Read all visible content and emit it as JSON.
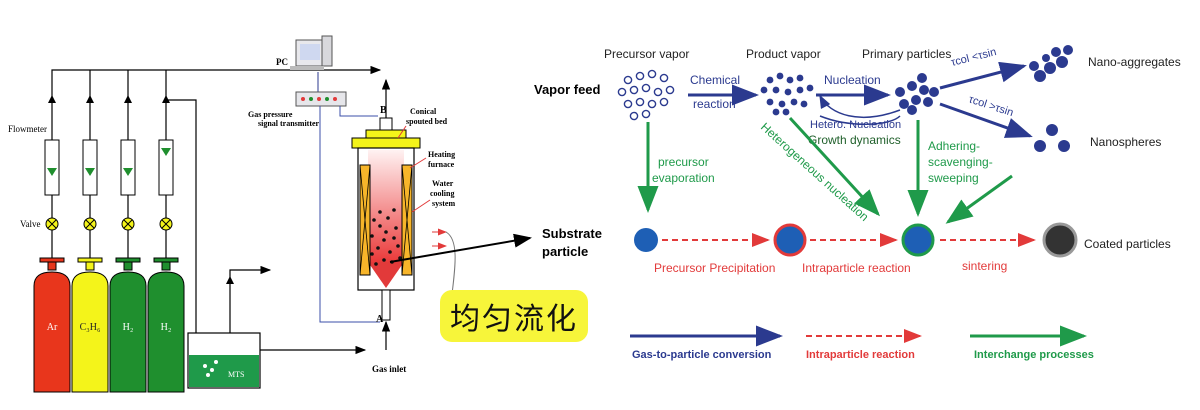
{
  "apparatus": {
    "pc_label": "PC",
    "transmitter_label": "Gas pressure\nsignal transmitter",
    "flowmeter_label": "Flowmeter",
    "valve_label": "Valve",
    "cylinders": [
      {
        "label": "Ar",
        "color": "#e8361c"
      },
      {
        "label": "C₃H₆",
        "color": "#f4f41a"
      },
      {
        "label": "H₂",
        "color": "#1f8f2e"
      },
      {
        "label": "H₂",
        "color": "#1f8f2e"
      }
    ],
    "mts_label": "MTS",
    "gas_inlet_label": "Gas inlet",
    "point_a": "A",
    "point_b": "B",
    "reactor_labels": {
      "conical": "Conical\nspouted bed",
      "heating": "Heating\nfurnace",
      "water": "Water\ncooling\nsystem"
    },
    "badge_text": "均匀流化"
  },
  "mechanism": {
    "vapor_feed": "Vapor feed",
    "substrate": "Substrate\nparticle",
    "headers": {
      "precursor_vapor": "Precursor vapor",
      "product_vapor": "Product vapor",
      "primary_particles": "Primary particles",
      "nano_aggregates": "Nano-aggregates",
      "nanospheres": "Nanospheres",
      "coated_particles": "Coated particles"
    },
    "steps": {
      "chemical_reaction": "Chemical\nreaction",
      "nucleation": "Nucleation",
      "hetero_nucleation": "Hetero. Nucleation",
      "growth_dynamics": "Growth dynamics",
      "precursor_evaporation": "precursor\nevaporation",
      "heterogeneous_nucleation": "Heterogeneous nucleation",
      "adhering": "Adhering-\nscavenging-\nsweeping",
      "precursor_precipitation": "Precursor Precipitation",
      "intraparticle_reaction": "Intraparticle reaction",
      "sintering": "sintering",
      "tau_col_sin_lt": "τcol <τsin",
      "tau_col_sin_gt": "τcol >τsin"
    },
    "legend": [
      {
        "label": "Gas-to-particle conversion",
        "color": "#2b3a8f",
        "style": "solid"
      },
      {
        "label": "Intraparticle reaction",
        "color": "#e23a3a",
        "style": "dashed"
      },
      {
        "label": "Interchange processes",
        "color": "#1f9a4a",
        "style": "solid"
      }
    ]
  },
  "colors": {
    "navy": "#2b3a8f",
    "red": "#e23a3a",
    "green": "#1f9a4a",
    "badge": "#f7f53a"
  }
}
